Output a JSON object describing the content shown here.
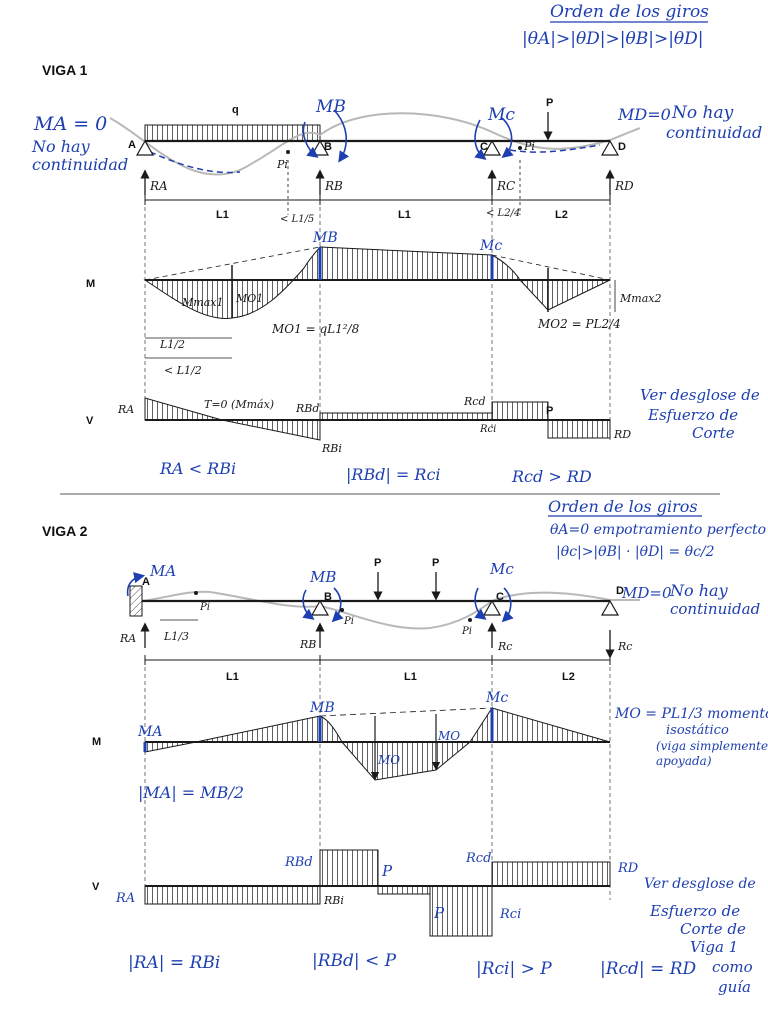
{
  "colors": {
    "ink": "#1a1a1a",
    "blue": "#1e3fb0",
    "gray_curve": "#b8b8b8"
  },
  "top_note": {
    "title": "Orden de los giros",
    "order": "|θA|>|θD|>|θB|>|θD|"
  },
  "beam1": {
    "title": "VIGA 1",
    "left_note": [
      "MA = 0",
      "No hay",
      "continuidad"
    ],
    "right_note": [
      "MD=0",
      "No hay",
      "continuidad"
    ],
    "load_q": "q",
    "load_p": "P",
    "supports": [
      "A",
      "B",
      "C",
      "D"
    ],
    "reactions": [
      "RA",
      "RB",
      "RC",
      "RD"
    ],
    "moments": [
      "MB",
      "Mc"
    ],
    "inflection": "Pi",
    "spans": [
      "L1",
      "L1",
      "L2"
    ],
    "small_dims": [
      "< L1/5",
      "< L2/4"
    ],
    "m_axis": "M",
    "m_labels": {
      "mb": "MB",
      "mc": "Mc",
      "mmax1": "Mmax1",
      "mo1": "MO1",
      "mo1_formula": "MO1 = qL1²/8",
      "mmax2": "Mmax2",
      "mo2_formula": "MO2 = PL2/4",
      "half": "L1/2",
      "less_half": "< L1/2"
    },
    "v_axis": "V",
    "v_labels": {
      "ra": "RA",
      "tau": "T=0 (Mmáx)",
      "rbd": "RBd",
      "rbi": "RBi",
      "rcd": "Rcd",
      "rci": "Rci",
      "p": "P",
      "rd": "RD"
    },
    "v_note": [
      "Ver desglose de",
      "Esfuerzo de",
      "Corte"
    ],
    "relations": [
      "RA < RBi",
      "|RBd| = Rci",
      "Rcd > RD"
    ]
  },
  "divider_note": {
    "title": "Orden de los giros",
    "line1": "θA=0  empotramiento perfecto",
    "line2": "|θc|>|θB| · |θD| = θc/2"
  },
  "beam2": {
    "title": "VIGA 2",
    "supports": [
      "A",
      "B",
      "C",
      "D"
    ],
    "moments": [
      "MA",
      "MB",
      "Mc"
    ],
    "load_p": [
      "P",
      "P"
    ],
    "reactions": [
      "RA",
      "RB",
      "Rc",
      "Rc"
    ],
    "right_note": [
      "MD=0",
      "No hay",
      "continuidad"
    ],
    "inflection": "Pi",
    "small_dim": "L1/3",
    "spans": [
      "L1",
      "L1",
      "L2"
    ],
    "m_axis": "M",
    "m_labels": {
      "ma": "MA",
      "mb": "MB",
      "mc": "Mc",
      "mo": "MO"
    },
    "m_note": [
      "MO = PL1/3  momento",
      "isostático",
      "(viga simplemente",
      "apoyada)"
    ],
    "ma_relation": "|MA| = MB/2",
    "v_axis": "V",
    "v_labels": {
      "ra": "RA",
      "rbd": "RBd",
      "rbi": "RBi",
      "p1": "P",
      "p2": "P",
      "rcd": "Rcd",
      "rci": "Rci",
      "rd": "RD"
    },
    "v_note": [
      "Ver desglose de",
      "Esfuerzo de",
      "Corte de",
      "Viga 1",
      "como",
      "guía"
    ],
    "relations": [
      "|RA| = RBi",
      "|RBd| < P",
      "|Rci| > P",
      "|Rcd| = RD"
    ]
  }
}
